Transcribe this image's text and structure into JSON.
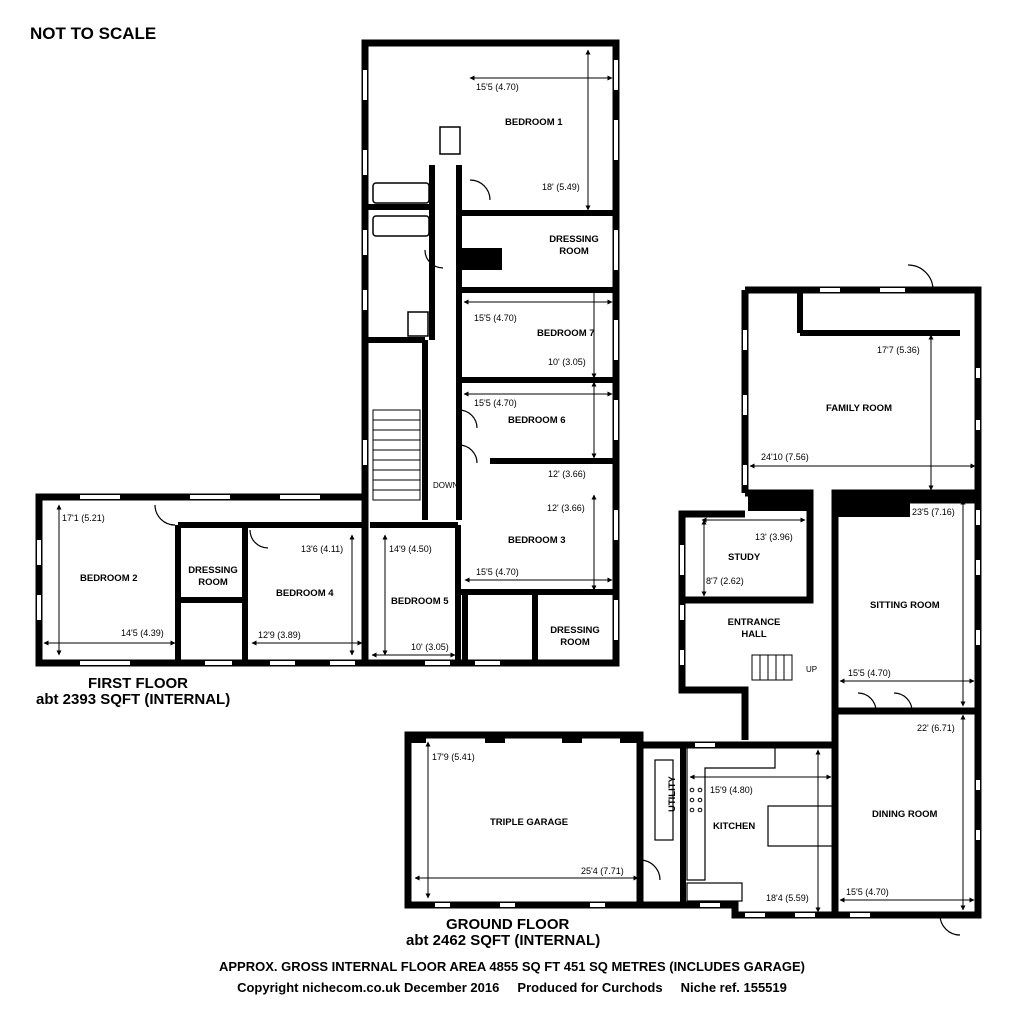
{
  "header": {
    "scale_note": "NOT TO SCALE"
  },
  "first_floor": {
    "title": "FIRST FLOOR",
    "area": "abt 2393 SQFT (INTERNAL)",
    "rooms": {
      "bedroom1": {
        "name": "BEDROOM 1",
        "width": "15'5 (4.70)",
        "length": "18' (5.49)"
      },
      "dressing1": {
        "name": "DRESSING ROOM"
      },
      "bedroom7": {
        "name": "BEDROOM 7",
        "width": "15'5 (4.70)",
        "length": "10' (3.05)"
      },
      "bedroom6": {
        "name": "BEDROOM 6",
        "width": "15'5 (4.70)",
        "length": "12' (3.66)"
      },
      "bedroom3": {
        "name": "BEDROOM 3",
        "width": "15'5 (4.70)",
        "length": "12' (3.66)"
      },
      "dressing3": {
        "name": "DRESSING ROOM"
      },
      "bedroom2": {
        "name": "BEDROOM 2",
        "width": "14'5 (4.39)",
        "length": "17'1 (5.21)"
      },
      "dressing2": {
        "name": "DRESSING ROOM"
      },
      "bedroom4": {
        "name": "BEDROOM 4",
        "width": "12'9 (3.89)",
        "length": "13'6 (4.11)"
      },
      "bedroom5": {
        "name": "BEDROOM 5",
        "width": "10' (3.05)",
        "length": "14'9 (4.50)"
      }
    },
    "stairs_label": "DOWN"
  },
  "ground_floor": {
    "title": "GROUND FLOOR",
    "area": "abt 2462 SQFT (INTERNAL)",
    "rooms": {
      "family": {
        "name": "FAMILY ROOM",
        "width": "24'10 (7.56)",
        "length": "17'7 (5.36)"
      },
      "study": {
        "name": "STUDY",
        "width": "13' (3.96)",
        "length": "8'7 (2.62)"
      },
      "entrance": {
        "name": "ENTRANCE HALL"
      },
      "sitting": {
        "name": "SITTING ROOM",
        "width": "15'5 (4.70)",
        "length": "23'5 (7.16)"
      },
      "dining": {
        "name": "DINING ROOM",
        "width": "15'5 (4.70)",
        "length": "22' (6.71)"
      },
      "kitchen": {
        "name": "KITCHEN",
        "width": "15'9 (4.80)",
        "length": "18'4 (5.59)"
      },
      "utility": {
        "name": "UTILITY"
      },
      "garage": {
        "name": "TRIPLE GARAGE",
        "width": "25'4 (7.71)",
        "length": "17'9 (5.41)"
      }
    },
    "stairs_label": "UP"
  },
  "footer": {
    "gross_area": "APPROX. GROSS INTERNAL FLOOR AREA 4855 SQ FT 451 SQ METRES (INCLUDES GARAGE)",
    "copyright": "Copyright nichecom.co.uk December 2016     Produced for Curchods     Niche ref. 155519"
  }
}
